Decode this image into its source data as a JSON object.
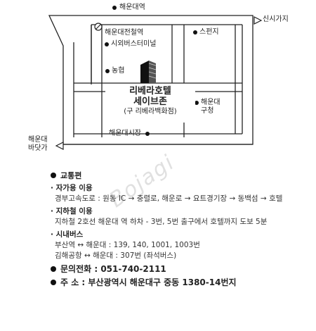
{
  "map": {
    "station_top": "해운대역",
    "arrow_right": "신시가지",
    "arrow_left": "해운대\n바닷가",
    "stop_haeundae_subway": "해운대전철역",
    "stop_bus_terminal": "시외버스터미널",
    "stop_nonghyup": "농협",
    "stop_spenji": "스펀지",
    "stop_district_office": "해운대\n구청",
    "stop_market": "해운대시장",
    "hotel_line1": "리베라호텔",
    "hotel_line2": "세이브존",
    "hotel_line3": "(구 리베라백화점)",
    "watermark": "Bojagi"
  },
  "info": {
    "transport_title": "교통편",
    "car_title": "· 자가용 이용",
    "car_text": "경부고속도로 : 원동 IC → 충렬로, 해운로 → 요트경기장 → 동백섬 → 호텔",
    "subway_title": "· 지하철 이용",
    "subway_text": "지하철 2호선 해운대 역 하차 - 3번, 5번 출구에서 호텔까지 도보 5분",
    "bus_title": "· 시내버스",
    "bus_text1": "부산역 ↔ 해운대 : 139, 140, 1001, 1003번",
    "bus_text2": "김해공항 ↔ 해운대 : 307번 (좌석버스)",
    "phone_line": "문의전화 : 051-740-2111",
    "address_line": "주 소 : 부산광역시 해운대구 중동 1380-14번지"
  }
}
